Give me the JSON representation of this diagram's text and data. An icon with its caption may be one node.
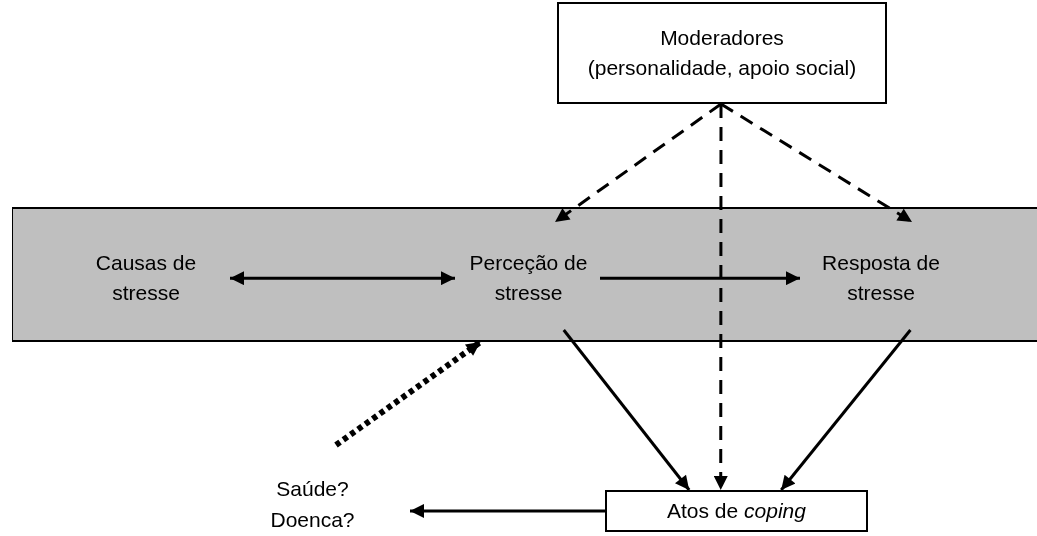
{
  "diagram": {
    "nodes": [
      {
        "text": [],
        "shape": "bar"
      },
      {
        "text": [
          "Moderadores",
          "(personalidade, apoio social)"
        ]
      },
      {
        "text": [
          "Causas de stresse"
        ],
        "in": 0
      },
      {
        "text": [
          "Perceção de stresse"
        ],
        "in": 0
      },
      {
        "text": [
          "Resposta de stresse"
        ],
        "in": 0
      },
      {
        "text": [
          "Atos de *coping*"
        ]
      },
      {
        "text": [
          "Saúde?",
          "Doenca?"
        ]
      }
    ],
    "edges": [
      {
        "from": 2,
        "to": 3,
        "arrow": "both"
      },
      {
        "from": 3,
        "to": 4,
        "arrow": "to"
      },
      {
        "from": 1,
        "to": 3,
        "arrow": "to",
        "style": "dashed"
      },
      {
        "from": 1,
        "to": 4,
        "arrow": "to",
        "style": "dashed"
      },
      {
        "from": 1,
        "to": 5,
        "arrow": "to",
        "style": "dashed"
      },
      {
        "from": 3,
        "to": 5,
        "arrow": "to"
      },
      {
        "from": 4,
        "to": 5,
        "arrow": "to"
      },
      {
        "from": 5,
        "to": 6,
        "arrow": "to"
      },
      {
        "from": 6,
        "to": 0,
        "arrow": "to",
        "style": "dashed"
      }
    ]
  }
}
